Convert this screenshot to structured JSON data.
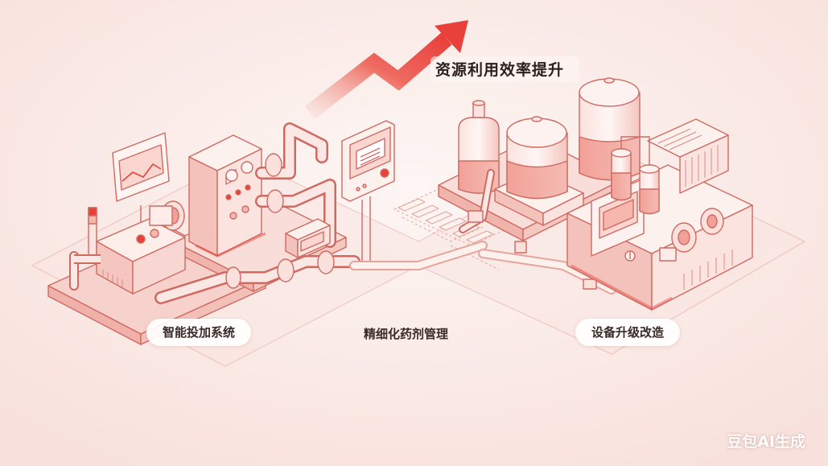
{
  "headline": "资源利用效率提升",
  "sections": [
    {
      "label": "智能投加系统"
    },
    {
      "label": "精细化药剂管理"
    },
    {
      "label": "设备升级改造"
    }
  ],
  "watermark": "豆包AI生成",
  "colors": {
    "accent": "#e8413c",
    "line": "#d9716a",
    "fill_light": "#fbe0dc",
    "fill_mid": "#f6c4bd",
    "background": "#fbefec"
  }
}
